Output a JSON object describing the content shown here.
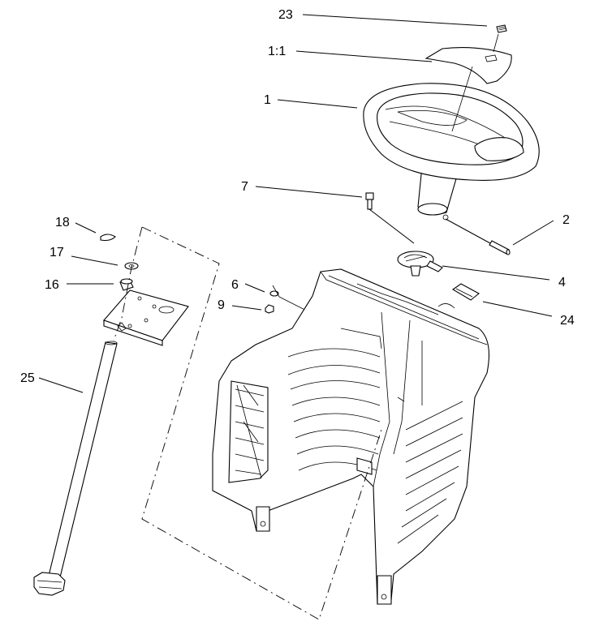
{
  "callouts": [
    {
      "id": "23",
      "text": "23"
    },
    {
      "id": "1-1",
      "text": "1:1"
    },
    {
      "id": "1",
      "text": "1"
    },
    {
      "id": "7",
      "text": "7"
    },
    {
      "id": "2",
      "text": "2"
    },
    {
      "id": "18",
      "text": "18"
    },
    {
      "id": "17",
      "text": "17"
    },
    {
      "id": "16",
      "text": "16"
    },
    {
      "id": "6",
      "text": "6"
    },
    {
      "id": "9",
      "text": "9"
    },
    {
      "id": "4",
      "text": "4"
    },
    {
      "id": "24",
      "text": "24"
    },
    {
      "id": "25",
      "text": "25"
    }
  ]
}
